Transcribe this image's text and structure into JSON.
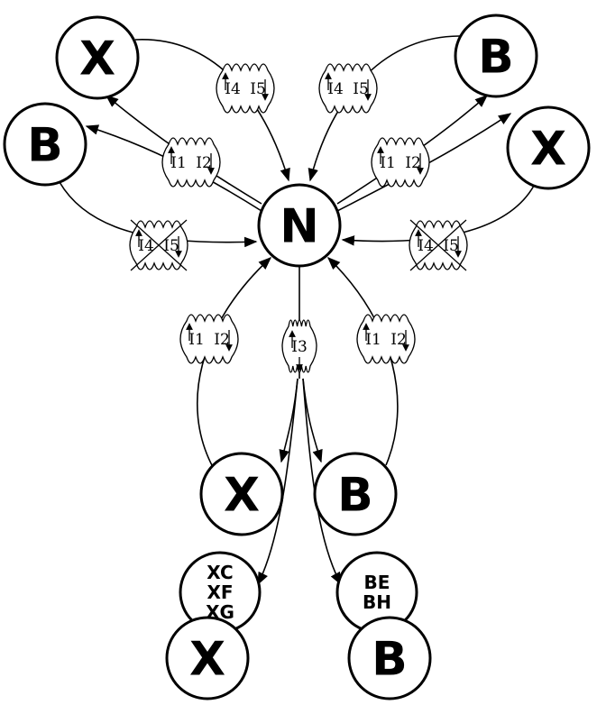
{
  "nodes": [
    {
      "id": "n",
      "label": "N"
    },
    {
      "id": "x-top-left",
      "label": "X"
    },
    {
      "id": "b-left",
      "label": "B"
    },
    {
      "id": "b-top-right",
      "label": "B"
    },
    {
      "id": "x-right",
      "label": "X"
    },
    {
      "id": "x-bottom",
      "label": "X"
    },
    {
      "id": "b-bottom",
      "label": "B"
    },
    {
      "id": "x-sub",
      "label": "X",
      "sublabels": [
        "XC",
        "XF",
        "XG"
      ]
    },
    {
      "id": "b-sub",
      "label": "B",
      "sublabels": [
        "BE",
        "BH"
      ]
    }
  ],
  "clouds": [
    {
      "id": "top-left",
      "left": "I4",
      "right": "I5",
      "crossed": false
    },
    {
      "id": "top-right",
      "left": "I4",
      "right": "I5",
      "crossed": false
    },
    {
      "id": "upper-left",
      "left": "I1",
      "right": "I2",
      "crossed": false
    },
    {
      "id": "upper-right",
      "left": "I1",
      "right": "I2",
      "crossed": false
    },
    {
      "id": "middle-left",
      "left": "I4",
      "right": "I5",
      "crossed": true
    },
    {
      "id": "middle-right",
      "left": "I4",
      "right": "I5",
      "crossed": true
    },
    {
      "id": "lower-left",
      "left": "I1",
      "right": "I2",
      "crossed": false
    },
    {
      "id": "lower-right",
      "left": "I1",
      "right": "I2",
      "crossed": false
    },
    {
      "id": "center",
      "left": "I3",
      "right": "",
      "crossed": false
    }
  ]
}
